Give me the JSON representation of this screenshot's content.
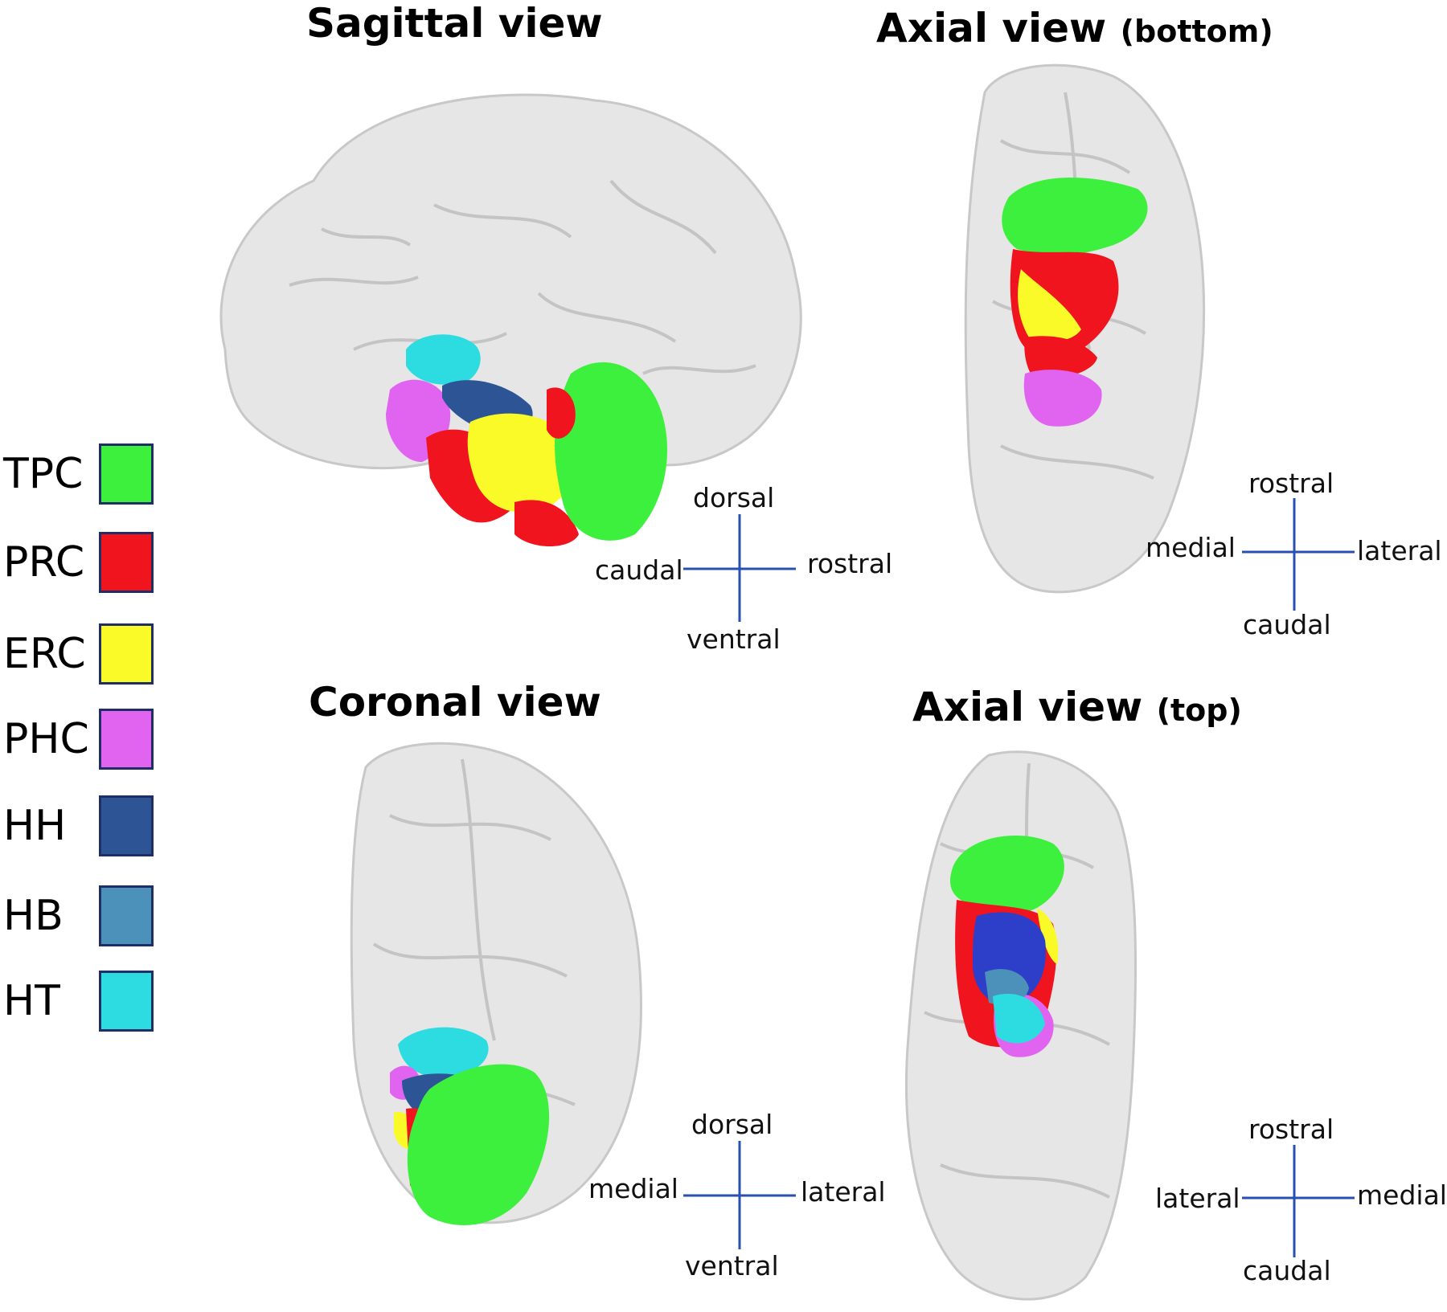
{
  "panels": {
    "sagittal": {
      "title": "Sagittal view",
      "axes": {
        "up": "dorsal",
        "down": "ventral",
        "left": "caudal",
        "right": "rostral"
      }
    },
    "axial_bottom": {
      "title": "Axial view",
      "subtitle": "(bottom)",
      "axes": {
        "up": "rostral",
        "down": "caudal",
        "left": "medial",
        "right": "lateral"
      }
    },
    "coronal": {
      "title": "Coronal view",
      "axes": {
        "up": "dorsal",
        "down": "ventral",
        "left": "medial",
        "right": "lateral"
      }
    },
    "axial_top": {
      "title": "Axial view",
      "subtitle": "(top)",
      "axes": {
        "up": "rostral",
        "down": "caudal",
        "left": "lateral",
        "right": "medial"
      }
    }
  },
  "legend": [
    {
      "label": "TPC",
      "color": "#3ef03e"
    },
    {
      "label": "PRC",
      "color": "#f0141e"
    },
    {
      "label": "ERC",
      "color": "#fafa28"
    },
    {
      "label": "PHC",
      "color": "#e164f0"
    },
    {
      "label": "HH",
      "color": "#2d5596"
    },
    {
      "label": "HB",
      "color": "#4b91b9"
    },
    {
      "label": "HT",
      "color": "#2ddce1"
    }
  ],
  "colors": {
    "axis_line": "#2850b4",
    "brain_fill": "#e6e6e6",
    "brain_stroke": "#c8c8c8"
  }
}
